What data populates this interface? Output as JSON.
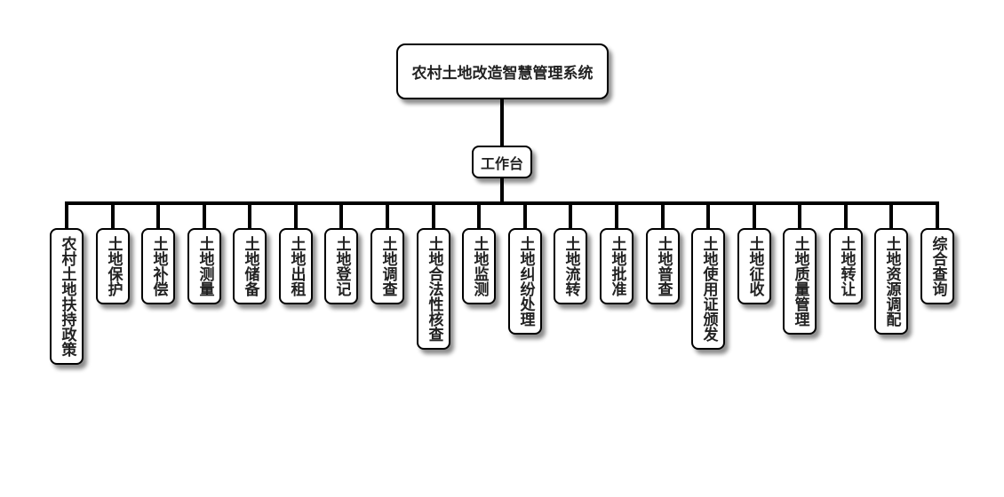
{
  "root": {
    "label": "农村土地改造智慧管理系统"
  },
  "workbench": {
    "label": "工作台"
  },
  "modules": [
    {
      "label": "农村土地扶持政策"
    },
    {
      "label": "土地保护"
    },
    {
      "label": "土地补偿"
    },
    {
      "label": "土地测量"
    },
    {
      "label": "土地储备"
    },
    {
      "label": "土地出租"
    },
    {
      "label": "土地登记"
    },
    {
      "label": "土地调查"
    },
    {
      "label": "土地合法性核查"
    },
    {
      "label": "土地监测"
    },
    {
      "label": "土地纠纷处理"
    },
    {
      "label": "土地流转"
    },
    {
      "label": "土地批准"
    },
    {
      "label": "土地普查"
    },
    {
      "label": "土地使用证颁发"
    },
    {
      "label": "土地征收"
    },
    {
      "label": "土地质量管理"
    },
    {
      "label": "土地转让"
    },
    {
      "label": "土地资源调配"
    },
    {
      "label": "综合查询"
    }
  ]
}
